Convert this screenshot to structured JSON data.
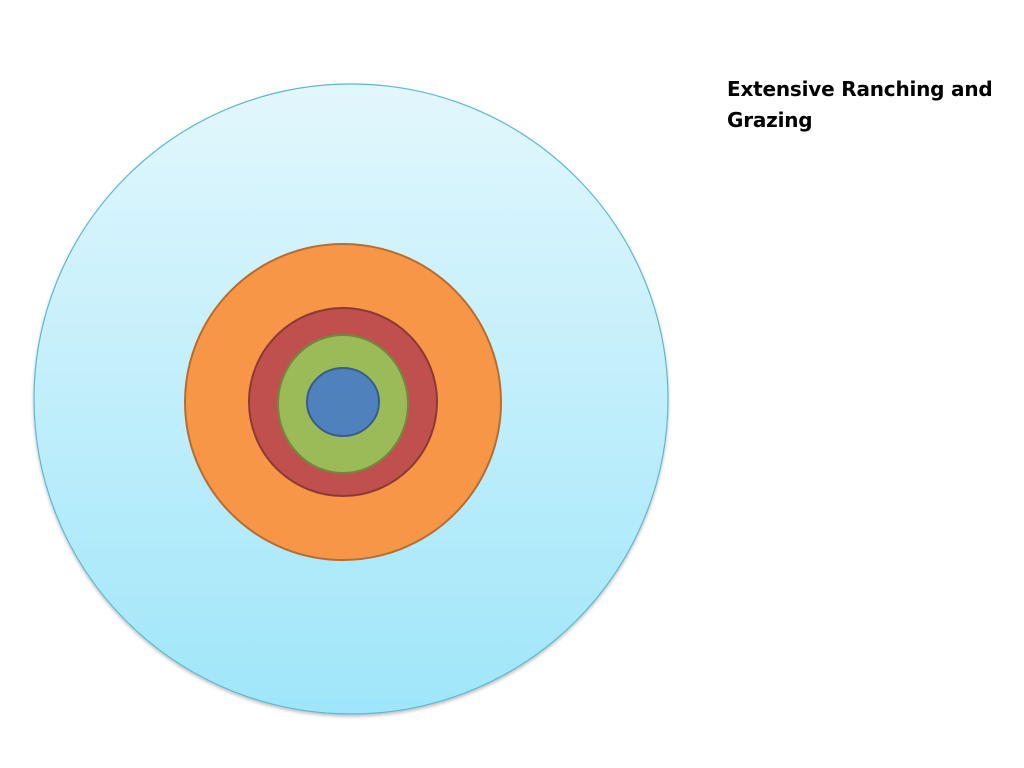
{
  "slide": {
    "label": "Extensive Ranching and Grazing"
  },
  "rings": [
    {
      "name": "outer-zone",
      "fill_top": "#e2f7fc",
      "fill_bottom": "#9fe6fa",
      "stroke": "#5bb8d1"
    },
    {
      "name": "orange-zone",
      "fill": "#f79646",
      "stroke": "#b66d31"
    },
    {
      "name": "red-zone",
      "fill": "#c0504d",
      "stroke": "#8c3836"
    },
    {
      "name": "green-zone",
      "fill": "#9bbb59",
      "stroke": "#71893f"
    },
    {
      "name": "blue-core",
      "fill": "#4f81bd",
      "stroke": "#385d8a"
    }
  ]
}
